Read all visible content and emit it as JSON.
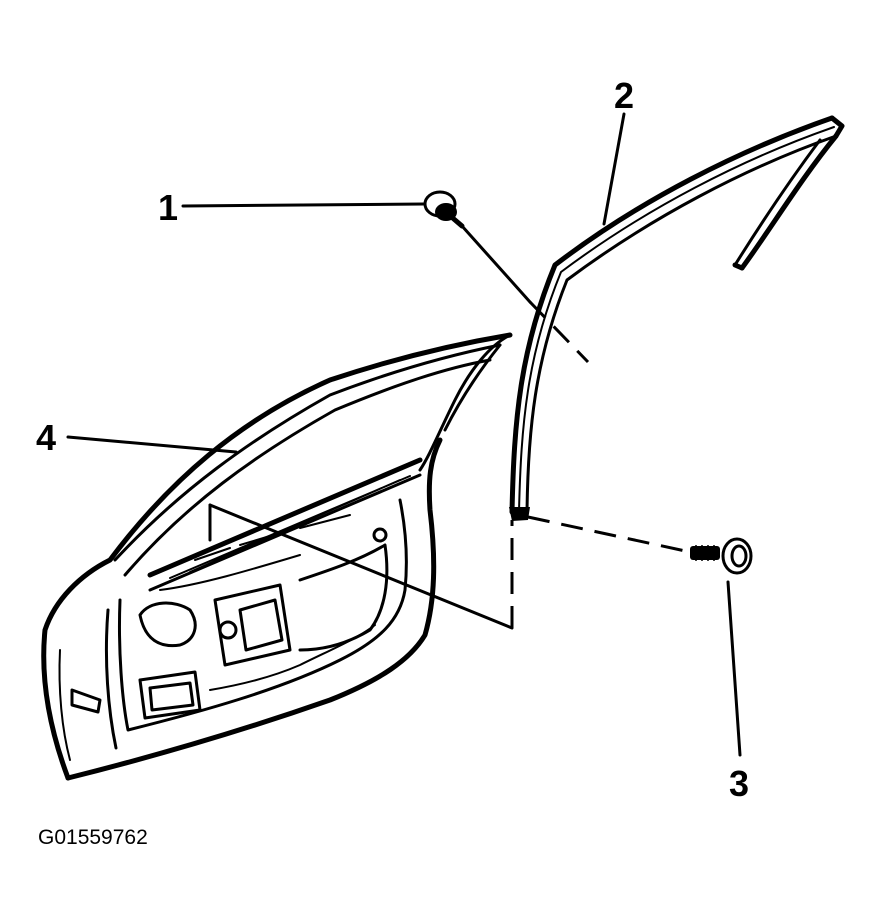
{
  "callouts": {
    "c1": "1",
    "c2": "2",
    "c3": "3",
    "c4": "4"
  },
  "figure_code": "G01559762"
}
